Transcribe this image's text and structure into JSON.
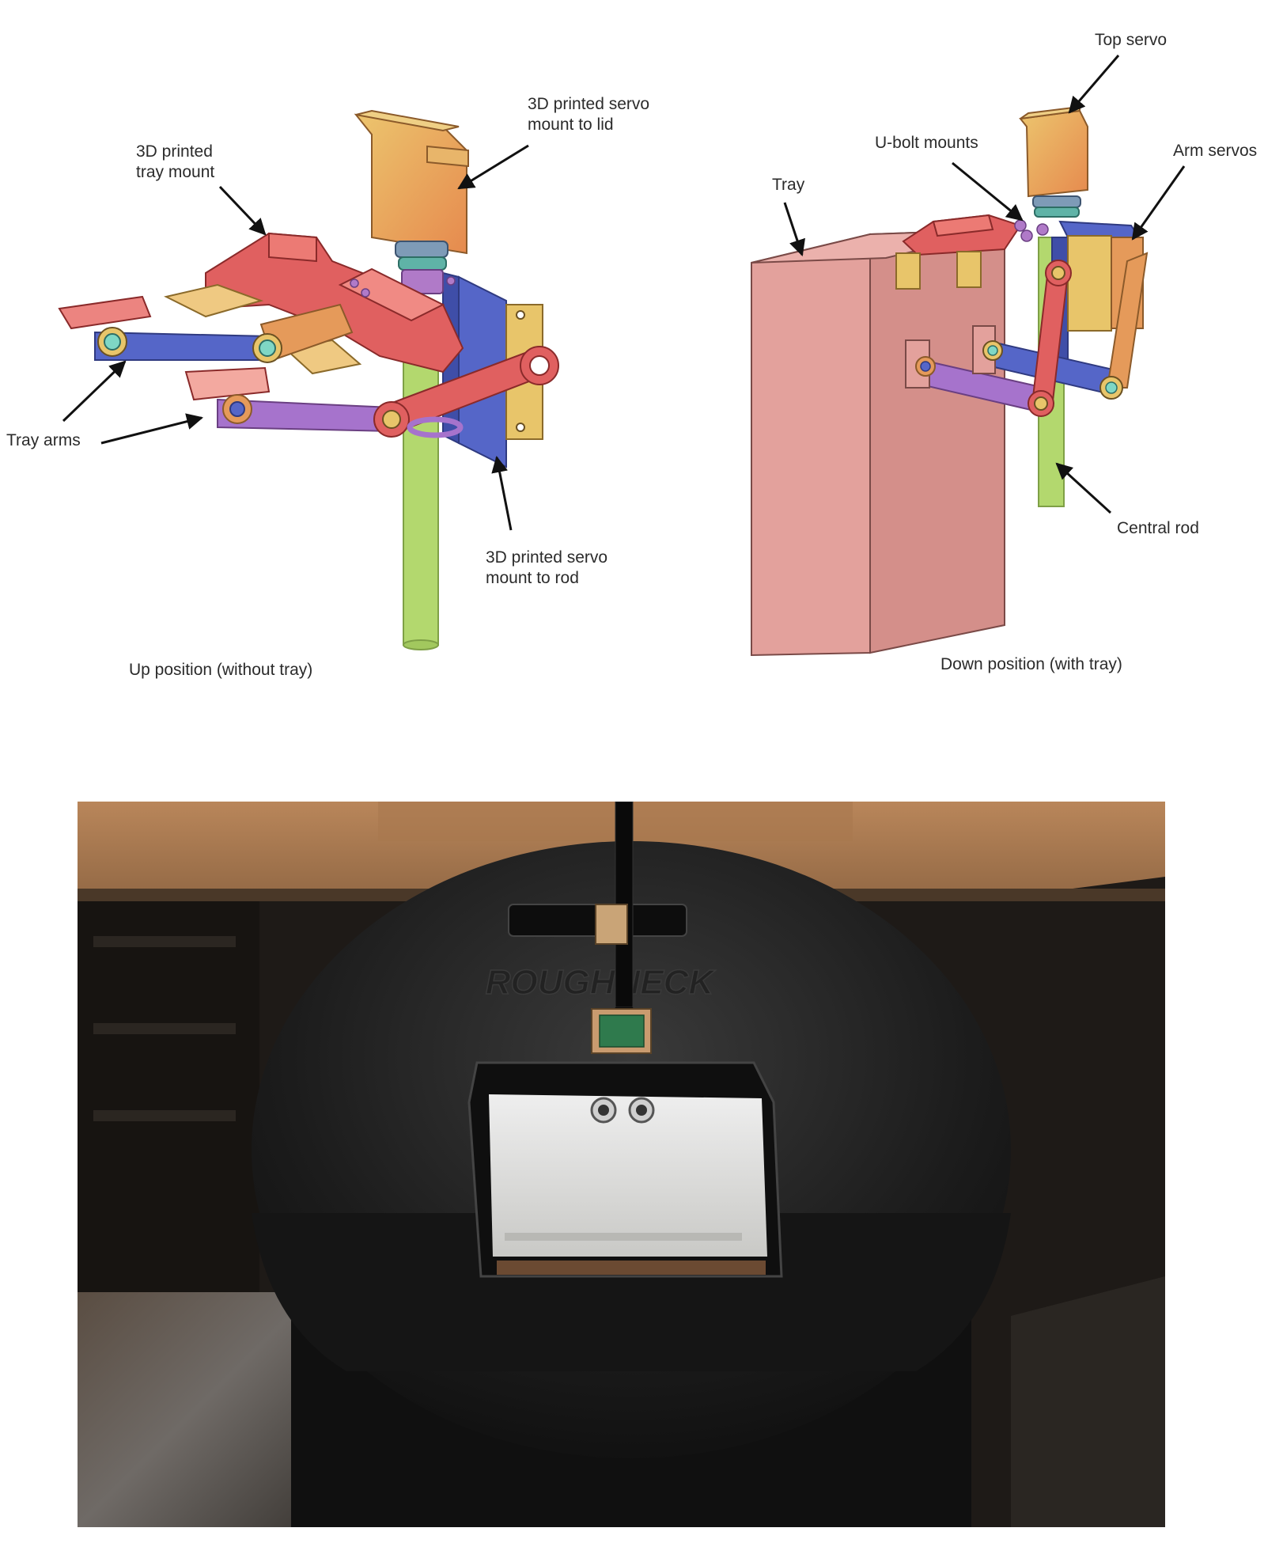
{
  "figure": {
    "up": {
      "caption": "Up position (without tray)",
      "labels": {
        "tray_mount": [
          "3D printed",
          "tray mount"
        ],
        "servo_mount_lid": [
          "3D printed servo",
          "mount to lid"
        ],
        "tray_arms": [
          "Tray arms"
        ],
        "servo_mount_rod": [
          "3D printed servo",
          "mount to rod"
        ]
      }
    },
    "down": {
      "caption": "Down position (with tray)",
      "labels": {
        "top_servo": [
          "Top servo"
        ],
        "u_bolt_mounts": [
          "U-bolt mounts"
        ],
        "arm_servos": [
          "Arm servos"
        ],
        "tray": [
          "Tray"
        ],
        "central_rod": [
          "Central rod"
        ]
      }
    }
  },
  "photo": {
    "lid_embossed_text": "ROUGHNECK"
  },
  "colors": {
    "red_mount": "#e06060",
    "blue_arm": "#5566c8",
    "purple_arm": "#a673cc",
    "green_rod": "#b3d86e",
    "servo_orange": "#e59a5a",
    "servo_yellow": "#e8c56a",
    "tray_pink": "#e3a19c"
  }
}
